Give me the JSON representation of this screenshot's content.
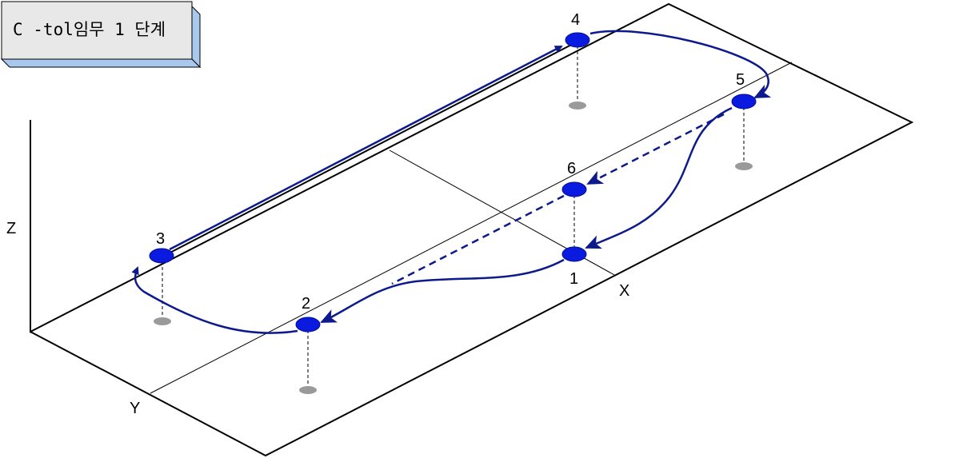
{
  "title": "C -tol임무 1 단계",
  "axes": {
    "x": "X",
    "y": "Y",
    "z": "Z"
  },
  "waypoints": [
    {
      "id": "1",
      "label": "1"
    },
    {
      "id": "2",
      "label": "2"
    },
    {
      "id": "3",
      "label": "3"
    },
    {
      "id": "4",
      "label": "4"
    },
    {
      "id": "5",
      "label": "5"
    },
    {
      "id": "6",
      "label": "6"
    }
  ],
  "colors": {
    "path": "#0d1a8c",
    "point": "#0a1adf",
    "shadow": "#9a9a9a",
    "box": "#e8e8e8",
    "box_side": "#a9c8ee"
  }
}
